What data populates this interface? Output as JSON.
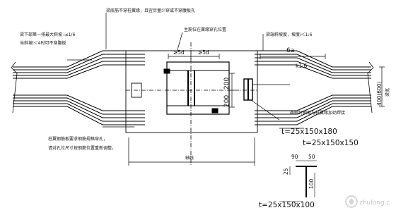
{
  "notes": {
    "top_center": "梁底筋不穿柱翼缘，且宜尽量少穿或不穿腹板孔",
    "top_left_1": "梁下部第一排最大斜坡 i≤1/6",
    "top_left_2": "当斜坡i＜4时可不穿腹板",
    "top_right": "梁端斜坡度，坡度i＜1:6",
    "mid_center": "主筋位在翼缘穿孔位置",
    "right_weld": "两侧封钢板与柱翼缘加劲焊接",
    "bottom_left_1": "柱翼钢筋板要求钢筋规格穿孔，",
    "bottom_left_2": "请对孔位尺寸按钢筋位置重新调整。",
    "slope": "k1:6"
  },
  "dimensions": {
    "d5_left": "≥5d",
    "d5_right": "≥5d",
    "a6": "6a",
    "v200_upper": "200",
    "v200_lower": "200",
    "v400_600": "400(600)",
    "beam_label": "梁宽",
    "axis_label": "轴线",
    "d90": "90",
    "d50": "50",
    "d25": "25",
    "d100": "100"
  },
  "plates": {
    "p1": "t=25x150x180",
    "p2": "t=25x150x150",
    "p3": "t=25x150x100"
  },
  "watermark": "zhulong.com"
}
